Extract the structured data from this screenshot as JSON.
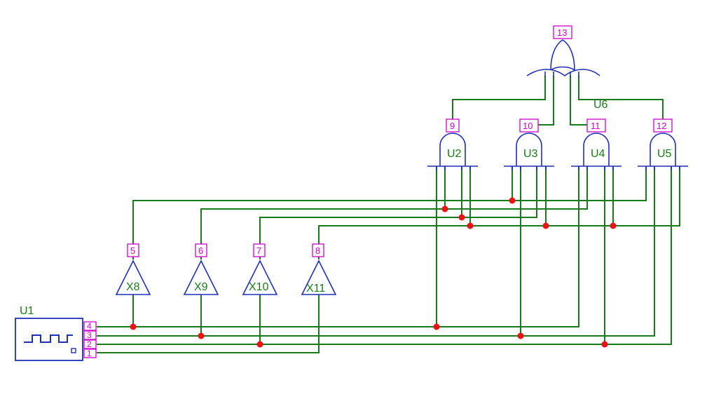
{
  "colors": {
    "wire": "#1a7a1a",
    "gate_outline": "#1f2fb8",
    "net_label": "#d000d0",
    "junction": "#ee1111"
  },
  "source": {
    "ref": "U1",
    "pins": [
      "4",
      "3",
      "2",
      "1"
    ],
    "icon": "square-wave-icon"
  },
  "buffers": [
    {
      "ref": "X8",
      "net": "5"
    },
    {
      "ref": "X9",
      "net": "6"
    },
    {
      "ref": "X10",
      "net": "7"
    },
    {
      "ref": "X11",
      "net": "8"
    }
  ],
  "and_gates": [
    {
      "ref": "U2",
      "net": "9"
    },
    {
      "ref": "U3",
      "net": "10"
    },
    {
      "ref": "U4",
      "net": "11"
    },
    {
      "ref": "U5",
      "net": "12"
    }
  ],
  "or_gate": {
    "ref": "U6",
    "net": "13"
  }
}
